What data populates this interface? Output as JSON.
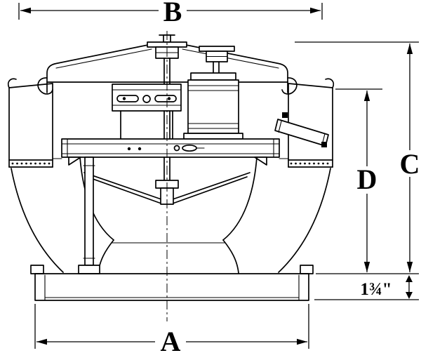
{
  "labels": {
    "dim_b": "B",
    "dim_a": "A",
    "dim_c": "C",
    "dim_d": "D",
    "dim_base_height": "1¾\""
  },
  "colors": {
    "line": "#000000",
    "background": "#ffffff"
  }
}
